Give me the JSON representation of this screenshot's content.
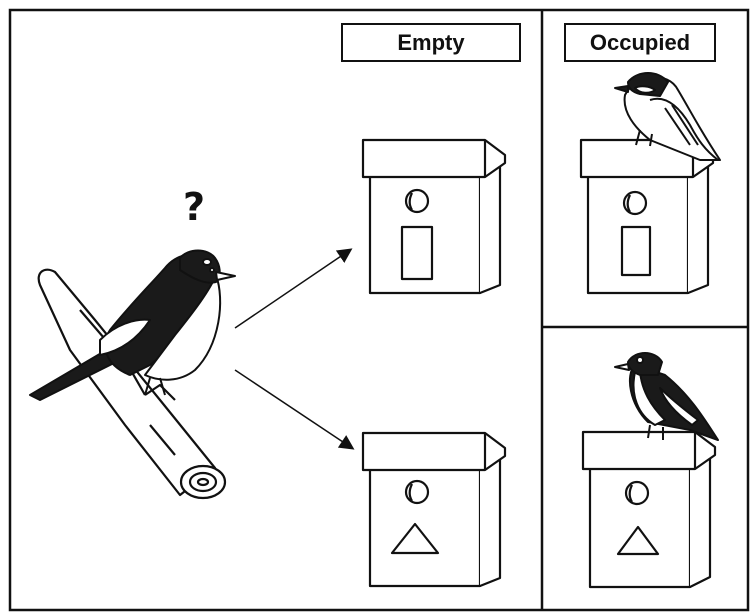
{
  "labels": {
    "empty": "Empty",
    "occupied": "Occupied",
    "question": "?"
  },
  "colors": {
    "ink": "#111111",
    "background": "#ffffff",
    "bird_dark": "#1a1a1a"
  },
  "panels": [
    "left-panel-empty-choice",
    "right-top-occupied-bird-a",
    "right-bottom-occupied-bird-b"
  ],
  "nest_box_symbols": [
    "rectangle",
    "triangle"
  ]
}
